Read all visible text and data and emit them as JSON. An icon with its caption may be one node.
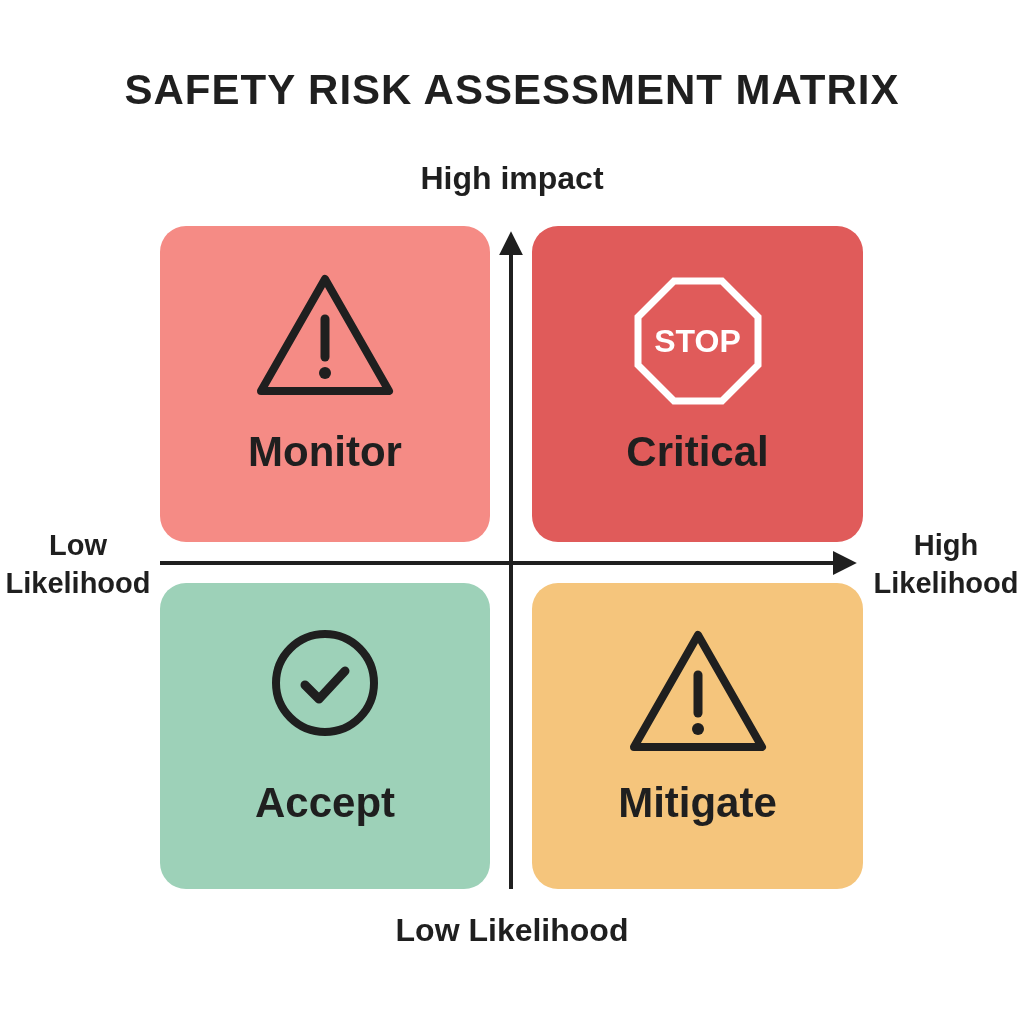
{
  "diagram": {
    "title": "SAFETY RISK ASSESSMENT MATRIX",
    "nodes": [
      {
        "text": [
          "Monitor"
        ]
      },
      {
        "text": [
          "Critical"
        ]
      },
      {
        "text": [
          "Accept"
        ]
      },
      {
        "text": [
          "Mitigate"
        ]
      }
    ],
    "labels": [
      "High impact",
      "STOP",
      "Low Likelihood",
      "High Likelihood",
      "Low Likelihood"
    ]
  }
}
